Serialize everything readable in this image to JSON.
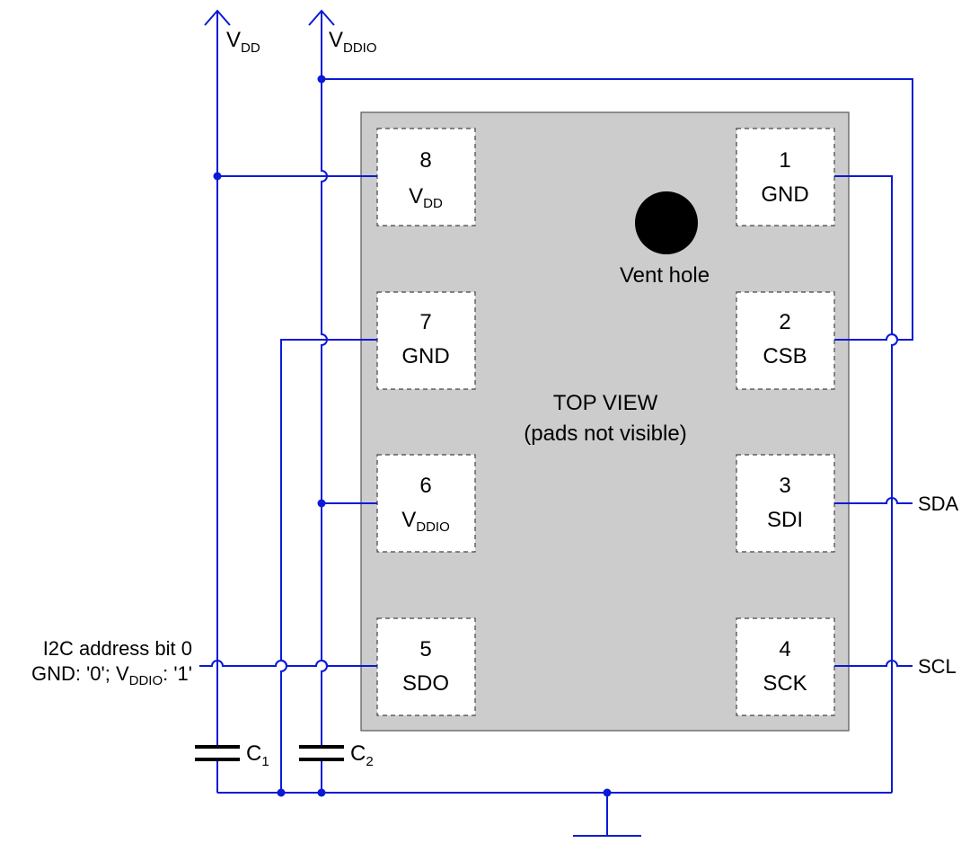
{
  "supplies": {
    "vdd": {
      "main": "V",
      "sub": "DD"
    },
    "vddio": {
      "main": "V",
      "sub": "DDIO"
    }
  },
  "pins": {
    "p1": {
      "number": "1",
      "name": "GND"
    },
    "p2": {
      "number": "2",
      "name": "CSB"
    },
    "p3": {
      "number": "3",
      "name": "SDI"
    },
    "p4": {
      "number": "4",
      "name": "SCK"
    },
    "p5": {
      "number": "5",
      "name": "SDO"
    },
    "p6": {
      "number": "6",
      "name_main": "V",
      "name_sub": "DDIO"
    },
    "p7": {
      "number": "7",
      "name": "GND"
    },
    "p8": {
      "number": "8",
      "name_main": "V",
      "name_sub": "DD"
    }
  },
  "labels": {
    "vent": "Vent hole",
    "top_view": "TOP VIEW",
    "pads_note": "(pads not visible)",
    "sda": "SDA",
    "scl": "SCL",
    "i2c_line1": "I2C address bit 0",
    "i2c_line2_a": "GND: '0'; V",
    "i2c_line2_sub": "DDIO",
    "i2c_line2_b": ": '1'"
  },
  "capacitors": {
    "c1": {
      "main": "C",
      "sub": "1"
    },
    "c2": {
      "main": "C",
      "sub": "2"
    }
  },
  "colors": {
    "wire": "#0a1ad6",
    "chip": "#cccccc",
    "pad": "#ffffff"
  }
}
